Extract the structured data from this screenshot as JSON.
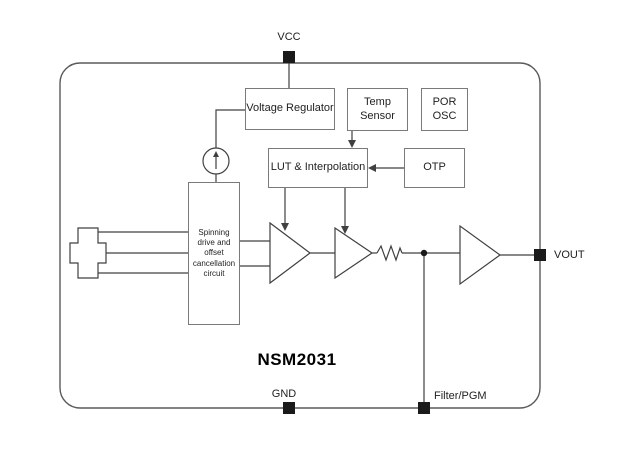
{
  "chip": {
    "name": "NSM2031"
  },
  "pins": {
    "vcc": {
      "label": "VCC"
    },
    "gnd": {
      "label": "GND"
    },
    "vout": {
      "label": "VOUT"
    },
    "filter_pgm": {
      "label": "Filter/PGM"
    }
  },
  "blocks": {
    "voltage_regulator": {
      "label": "Voltage Regulator"
    },
    "temp_sensor": {
      "label": "Temp Sensor"
    },
    "por_osc": {
      "label": "POR OSC"
    },
    "lut_interpolation": {
      "label": "LUT & Interpolation"
    },
    "otp": {
      "label": "OTP"
    },
    "spinning": {
      "label": "Spinning drive and offset cancellation circuit"
    }
  },
  "symbols": {
    "hall_element": "hall-plate-cross",
    "current_source": "current-source-circle",
    "amplifier_1": "amp-triangle",
    "amplifier_2": "amp-triangle",
    "output_buffer": "amp-triangle",
    "resistor": "resistor-zigzag"
  },
  "colors": {
    "line": "#404040",
    "box_border": "#7a7a7a",
    "pin_fill": "#1a1a1a",
    "background": "#ffffff"
  }
}
